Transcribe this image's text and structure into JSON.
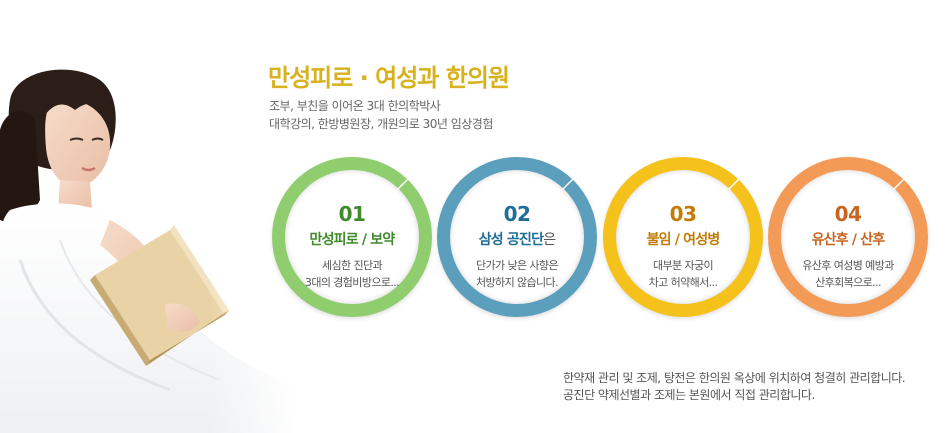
{
  "header": {
    "title": "만성피로 · 여성과 한의원",
    "subtitle_lines": [
      "조부, 부친을 이어온 3대 한의학박사",
      "대학강의, 한방병원장, 개원의로 30년 임상경험"
    ]
  },
  "circles": [
    {
      "number": "01",
      "heading": "만성피로 / 보약",
      "heading_suffix": "",
      "desc_lines": [
        "세심한 진단과",
        "3대의 경험비방으로..."
      ],
      "ring_color": "#8fcd6f",
      "accent_color": "#3f8a2b"
    },
    {
      "number": "02",
      "heading": "삼성 공진단",
      "heading_suffix": "은",
      "desc_lines": [
        "단가가 낮은 사향은",
        "처방하지 않습니다."
      ],
      "ring_color": "#5c9fbd",
      "accent_color": "#1e6e95"
    },
    {
      "number": "03",
      "heading": "불임 / 여성병",
      "heading_suffix": "",
      "desc_lines": [
        "대부분 자궁이",
        "차고 허약해서..."
      ],
      "ring_color": "#f4c21b",
      "accent_color": "#c27c05"
    },
    {
      "number": "04",
      "heading": "유산후 / 산후",
      "heading_suffix": "",
      "desc_lines": [
        "유산후 여성병 예방과",
        "산후회복으로..."
      ],
      "ring_color": "#f49a57",
      "accent_color": "#c9641f"
    }
  ],
  "note": {
    "lines": [
      "한약재 관리 및 조제, 탕전은 한의원 옥상에 위치하여 청결히 관리합니다.",
      "공진단 약제선별과 조제는 본원에서 직접 관리합니다."
    ]
  },
  "colors": {
    "title": "#d7b21c"
  },
  "icons": {
    "hero": "woman-reading-book-illustration",
    "circle_corner": "slash-mark-icon"
  }
}
